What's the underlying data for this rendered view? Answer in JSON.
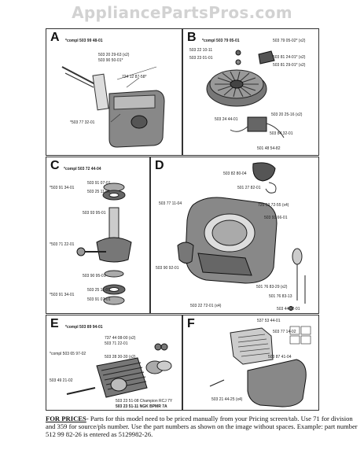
{
  "watermark": "AppliancePartsPros.com",
  "panels": {
    "A": {
      "letter": "A",
      "labels": {
        "compl": "*compl 503 99 48-01",
        "p1": "503 20 29-63 (x2)",
        "p2": "503 90 50-01*",
        "p3": "724 12 87-58*",
        "p4": "*503 77 32-01"
      }
    },
    "B": {
      "letter": "B",
      "labels": {
        "compl": "*compl 503 79 05-01",
        "p1": "503 79 05-02* (x2)",
        "p2": "503 22 10-11",
        "p3": "503 23 01-01",
        "p4": "503 81 24-01* (x2)",
        "p5": "503 81 29-01* (x2)",
        "p6": "503 20 25-16 (x2)",
        "p7": "503 24 44-01",
        "p8": "503 84 32-01",
        "p9": "501 48 54-82"
      }
    },
    "C": {
      "letter": "C",
      "labels": {
        "compl": "*compl 503 72 44-04",
        "p1": "503 91 07-01",
        "p2": "*503 91 34-01",
        "p3": "503 25 11-01",
        "p4": "503 93 95-01",
        "p5": "*503 71 22-01",
        "p6": "503 90 95-01",
        "p7": "*503 91 34-01",
        "p8": "503 25 11-01",
        "p9": "503 91 07-01"
      }
    },
    "D": {
      "letter": "D",
      "labels": {
        "p1": "503 82 80-04",
        "p2": "501 27 82-01",
        "p3": "503 77 11-04",
        "p4": "725 53 72-55 (x4)",
        "p5": "503 93 66-01",
        "p6": "503 90 92-01",
        "p7": "501 76 83-29 (x2)",
        "p8": "501 76 83-13",
        "p9": "503 22 72-01 (x4)",
        "p10": "503 44 32-01"
      }
    },
    "E": {
      "letter": "E",
      "labels": {
        "compl": "*compl 503 89 94-01",
        "p1": "737 44 08-00 (x2)",
        "p2": "503 71 22-01",
        "p3": "*compl 503 65 97-02",
        "p4": "503 28 30-30 (x2)",
        "p5": "503 49 21-02",
        "p6": "503 23 51-08 Champion RCJ 7Y",
        "p7": "503 23 51-11 NGK BPMR 7A"
      }
    },
    "F": {
      "letter": "F",
      "labels": {
        "p1": "537 53 44-01",
        "p2": "503 77 14-02",
        "p3": "503 87 41-04",
        "p4": "503 21 44-25 (x4)"
      }
    }
  },
  "footer": {
    "lead": "FOR PRICES",
    "text": "- Parts for this model need to be priced manually from your Pricing screen/tab. Use 71 for division and 359 for source/pls number.  Use the part numbers as shown on the image without spaces.  Example: part number 512 99 82-26 is entered as 5129982-26."
  }
}
